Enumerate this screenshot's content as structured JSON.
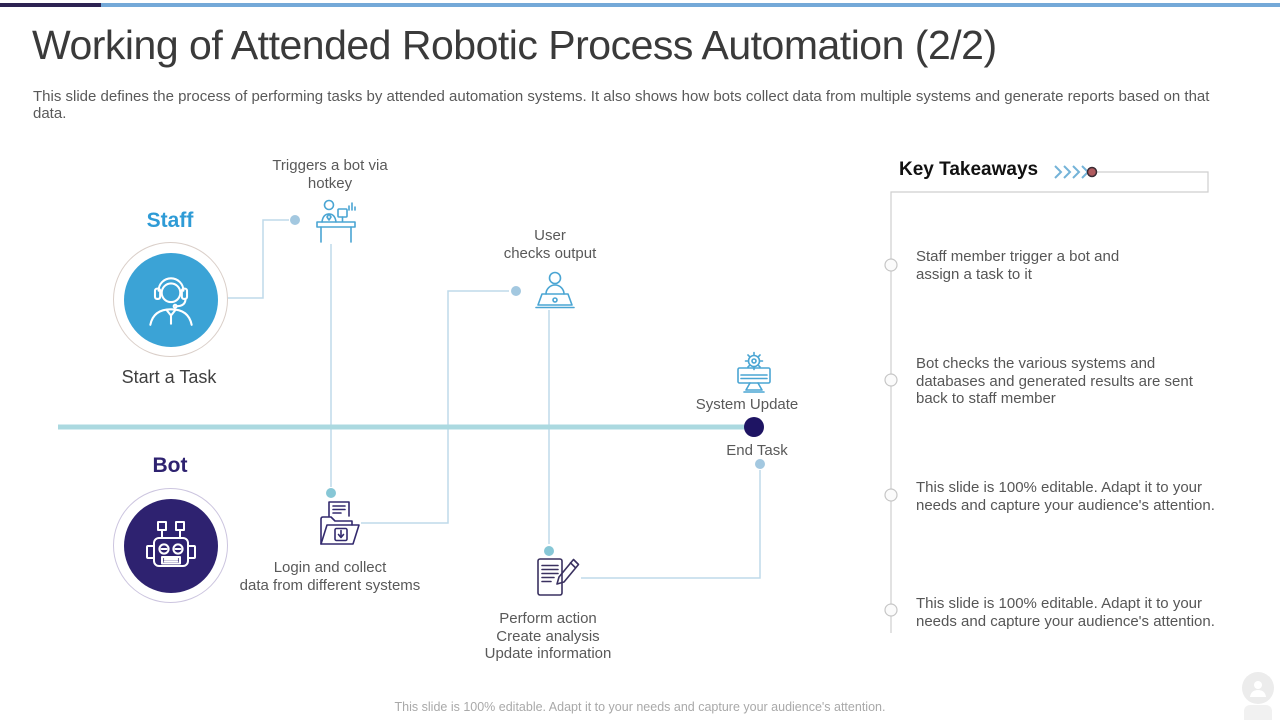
{
  "page": {
    "title": "Working of Attended Robotic Process Automation (2/2)",
    "subtitle": "This slide defines the process of performing tasks by attended automation systems. It also shows how bots collect data from multiple systems and generate reports based on that data.",
    "footer": "This slide is 100% editable. Adapt it to your needs and capture your audience's attention."
  },
  "diagram": {
    "staff": {
      "label": "Staff",
      "caption": "Start a Task"
    },
    "bot": {
      "label": "Bot"
    },
    "steps": {
      "trigger": "Triggers a bot via\nhotkey",
      "user_checks": "User\nchecks output",
      "system_update": "System Update",
      "end_task": "End Task",
      "login_collect": "Login and collect\ndata from different systems",
      "perform": "Perform action\nCreate analysis\nUpdate information"
    },
    "icons": [
      "staff-headset-icon",
      "robot-icon",
      "hotkey-desk-icon",
      "user-laptop-icon",
      "system-update-monitor-icon",
      "folder-download-icon",
      "edit-document-icon"
    ]
  },
  "takeaways": {
    "title": "Key Takeaways",
    "items": [
      {
        "text": "Staff member trigger a bot and\nassign a task to it"
      },
      {
        "text": "Bot checks the various systems and\ndatabases and generated results are sent\nback to staff member"
      },
      {
        "text": "This slide is 100% editable. Adapt it to your\nneeds and capture your audience's attention."
      },
      {
        "text": "This slide is 100% editable. Adapt it to your\nneeds and capture your audience's attention."
      }
    ]
  },
  "colors": {
    "accent_blue": "#3BA3D6",
    "dark_purple": "#2E2270",
    "teal_line": "#ABD9E0",
    "connector": "#BFDAEA",
    "connector_dot_blue": "#A3C8E0",
    "connector_dot_teal": "#87C7D6",
    "navy_dot": "#1E1463",
    "red_dot": "#B05A5E",
    "top_bar_left": "#2D2352",
    "top_bar_right": "#74A9D8"
  }
}
